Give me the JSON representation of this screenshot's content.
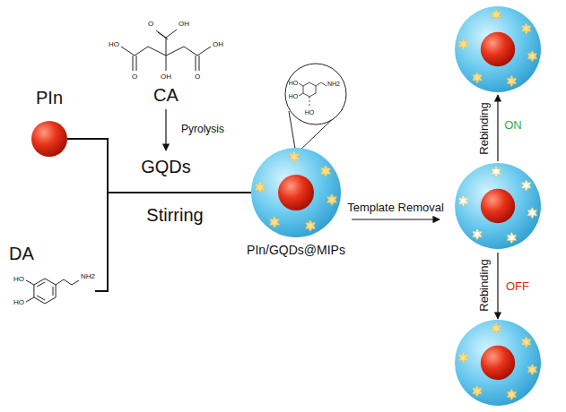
{
  "diagram": {
    "nodes": [
      {
        "text": [
          "PIn"
        ]
      },
      {
        "text": [
          "CA"
        ]
      },
      {
        "text": [
          "DA"
        ]
      },
      {
        "text": [
          "PIn/GQDs@MIPs"
        ]
      }
    ],
    "edges": [
      {
        "from": 0,
        "to": 3,
        "arrow": "none"
      },
      {
        "from": 2,
        "to": 3,
        "arrow": "none"
      }
    ],
    "labels": [
      "O",
      "OH",
      "HO",
      "O",
      "OH",
      "O",
      "OH",
      "Pyrolysis",
      "GQDs",
      "Stirring",
      "HO",
      "HO",
      "NH2",
      "HO",
      "HO",
      "NH2",
      "HO",
      "Template Removal",
      "Rebinding",
      "ON",
      "Rebinding",
      "OFF"
    ]
  }
}
